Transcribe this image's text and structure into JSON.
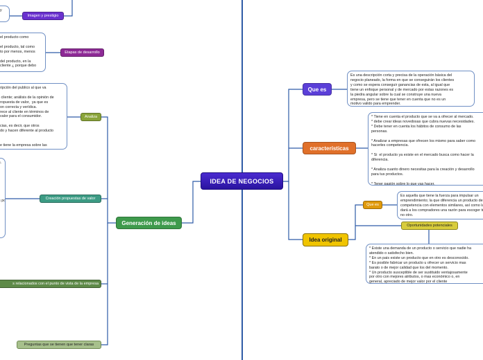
{
  "central": {
    "title": "IDEA DE NEGOCIOS"
  },
  "right": {
    "que_es": {
      "label": "Que es",
      "note": "Es una descripción corta y precisa de la operación básica del\nnegocio planeado, la forma en que se conseguirán los clientes\ny como se espera conseguir ganancias de esta, al igual que\ntiene un enfoque personal y de mercado por estas razones es\nla piedra angular sobre la cual se construye una nueva\nempresa, pero se tiene que tener en cuenta que no es un\nmotivo valido para emprender."
    },
    "caracteristicas": {
      "label": "características",
      "note": "* Tiene en cuenta el producto que se va a ofrecer al mercado.\n* debe crear ideas novedosas que cubra nuevas necesidades.\n* Debe tener en cuenta los hábitos de consumo de las\npersonas.\n\n* Analizar a empresas que ofrecen los mismo para saber como\nhacerles competencia.\n\n* Si  el producto ya existe en el mercado busca como hacer la\ndiferencia.\n\n* Analiza cuanto dinero necesitas para la creación y desarrollo\npara tus productos.\n\n* Tener pasión sobre lo que vas hacer."
    },
    "idea_original": {
      "label": "Idea original",
      "que_es_label": "Que es",
      "que_es_note": "Es aquella que tiene la fuerza para impulsar un\nemprendimiento; la que diferencia un producto de la\ncompetencia con elementos similares, así como la que le\ndará a los compradores una razón para escoger tu producto y\nno otro.",
      "oportunidades_label": "Oportunidades potenciales",
      "oportunidades_note": "* Existe una demanda de un producto o servicio que nadie ha\natendido o satisfecho bien.\n* En un pais existe un producto que en otro es desconocido.\n* Es posible fabricar un producto u ofrecer un servicio mas\nbarato o de mejor calidad que los del momento.\n* Un producto susceptible de ser sustituido ventajosamente\npor otro con mejores atributos, o mas económico o, en\ngeneral, apreciado de mejor valor por el cliente"
    }
  },
  "left": {
    "imagen_prestigio": {
      "label": "Imagen y prestigio",
      "note": "y"
    },
    "etapas_desarrollo": {
      "label": "Etapas de desarrollo",
      "note": "el producto como\n\nel producto, tal como\nto por menos, menos\n\ndel producto, en la\ncliente ¿ porque debo"
    },
    "generacion": {
      "label": "Generación de ideas",
      "analiza": {
        "label": "Analiza",
        "note": "ripción del publico al que va\n\n cliente; análisis de la opinión de\nropuesta de valor,  ya que es\non correcta y verídica.\nrece al cliente en términos de\nvalor para el consumidor.\n\ncias, es decir, que otros\ndo y hacen diferente al producto\n\n\ne tiene la empresa sobre las"
      },
      "creacion": {
        "label": "Creación propuestas de valor",
        "note": "s.\n\n\n\n\n\n\n\ns por mas\".\n\n\n\n"
      },
      "relacionados": {
        "label": "s relacionados con el punto de vista de la empresa"
      },
      "preguntas": {
        "label": "Preguntas que se tienen que tener claras"
      }
    }
  },
  "colors": {
    "central": "#3a1fc1",
    "que_es": "#5b3fd8",
    "caracteristicas": "#e0702a",
    "idea_original": "#f0c400",
    "generacion": "#3e9a4c",
    "analiza": "#8aa43a",
    "creacion": "#3c9b84",
    "relacionados": "#5e8a48",
    "preguntas": "#a7c08c",
    "imagen_prestigio": "#6a31cf",
    "etapas": "#8e2a96",
    "sub_que_es": "#e09a0c",
    "oportunidades": "#d8cc3c",
    "line": "#2d5aa6",
    "note_border": "#6f8fc4"
  }
}
